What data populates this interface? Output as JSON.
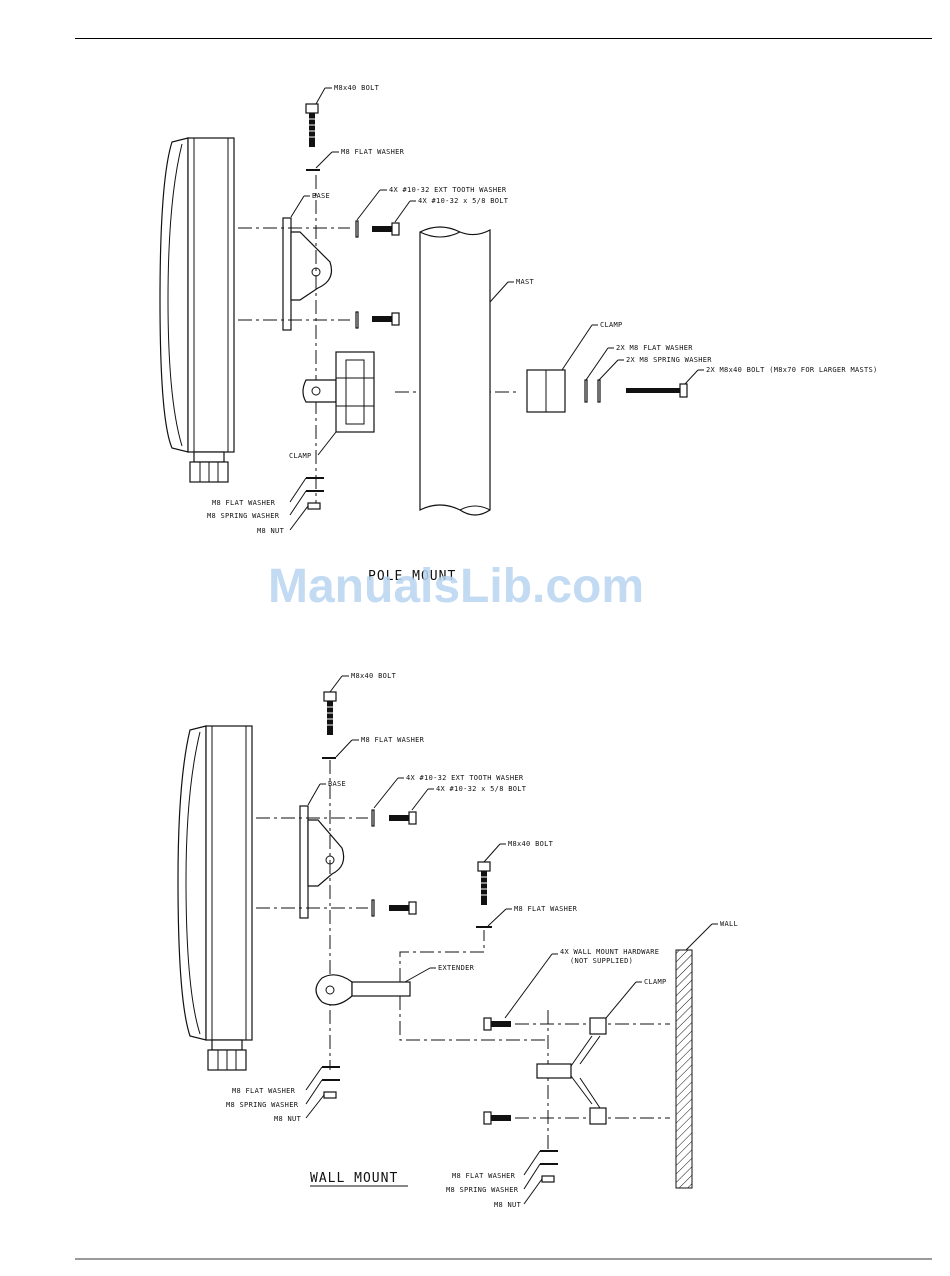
{
  "watermark": "ManualsLib.com",
  "pole": {
    "caption": "POLE MOUNT",
    "labels": {
      "bolt": "M8x40 BOLT",
      "flat_washer": "M8 FLAT WASHER",
      "base": "BASE",
      "ext_tooth": "4X #10-32 EXT TOOTH WASHER",
      "small_bolt": "4X #10-32 x 5/8 BOLT",
      "mast": "MAST",
      "clamp_right": "CLAMP",
      "two_flat": "2X M8 FLAT WASHER",
      "two_spring": "2X M8 SPRING WASHER",
      "two_bolt": "2X M8x40 BOLT (M8x70 FOR LARGER MASTS)",
      "clamp_left": "CLAMP",
      "flat_washer_bottom": "M8 FLAT WASHER",
      "spring_washer_bottom": "M8 SPRING WASHER",
      "nut": "M8 NUT"
    }
  },
  "wall": {
    "caption": "WALL MOUNT",
    "labels": {
      "bolt": "M8x40 BOLT",
      "flat_washer": "M8 FLAT WASHER",
      "base": "BASE",
      "ext_tooth": "4X #10-32 EXT TOOTH WASHER",
      "small_bolt": "4X #10-32 x 5/8 BOLT",
      "bolt2": "M8x40 BOLT",
      "flat_washer2": "M8 FLAT WASHER",
      "wall": "WALL",
      "hardware": "4X WALL MOUNT HARDWARE",
      "hardware_note": "(NOT SUPPLIED)",
      "clamp": "CLAMP",
      "extender": "EXTENDER",
      "flat_washer_left": "M8 FLAT WASHER",
      "spring_washer_left": "M8 SPRING WASHER",
      "nut_left": "M8 NUT",
      "flat_washer_bottom": "M8 FLAT WASHER",
      "spring_washer_bottom": "M8 SPRING WASHER",
      "nut_bottom": "M8 NUT"
    }
  }
}
